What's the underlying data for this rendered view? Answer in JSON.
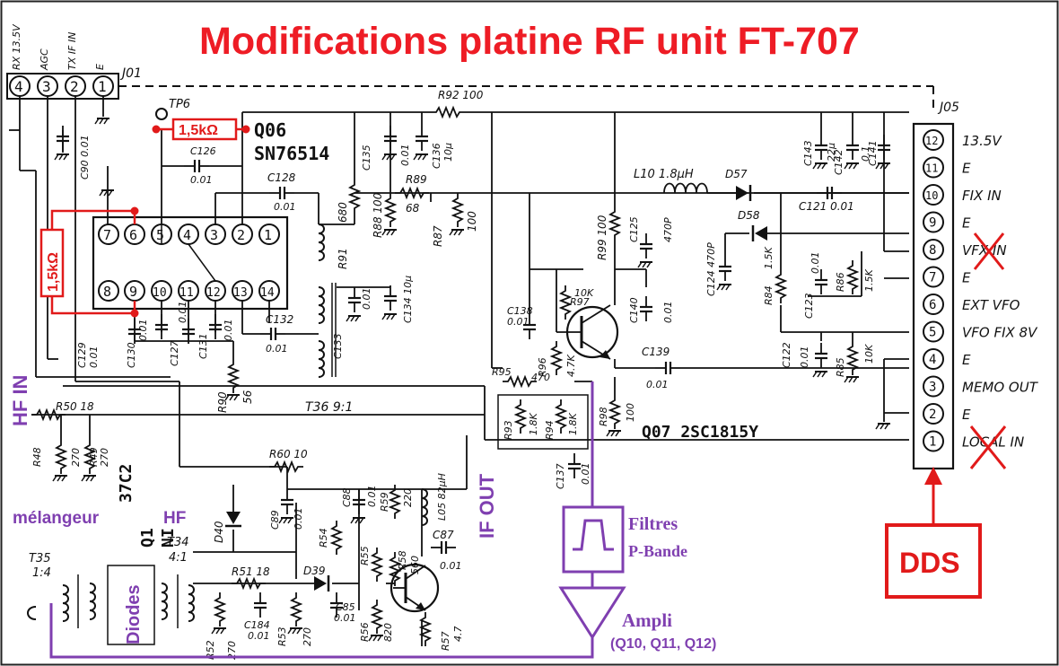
{
  "title": "Modifications platine RF unit FT-707",
  "colors": {
    "annotation_red": "#e11a1a",
    "annotation_purple": "#7f3fb0",
    "title_red": "#ee1c25",
    "ink": "#111111"
  },
  "connector_j01": {
    "name": "J01",
    "pins": [
      "4",
      "3",
      "2",
      "1"
    ],
    "pin_labels": [
      "RX 13.5V",
      "AGC",
      "TX IF IN",
      "E"
    ]
  },
  "connector_j05": {
    "name": "J05",
    "pins": [
      {
        "num": "12",
        "label": "13.5V"
      },
      {
        "num": "11",
        "label": "E"
      },
      {
        "num": "10",
        "label": "FIX IN"
      },
      {
        "num": "9",
        "label": "E"
      },
      {
        "num": "8",
        "label": "VFX IN"
      },
      {
        "num": "7",
        "label": "E"
      },
      {
        "num": "6",
        "label": "EXT VFO"
      },
      {
        "num": "5",
        "label": "VFO FIX 8V"
      },
      {
        "num": "4",
        "label": "E"
      },
      {
        "num": "3",
        "label": "MEMO OUT"
      },
      {
        "num": "2",
        "label": "E"
      },
      {
        "num": "1",
        "label": "LOCAL IN"
      }
    ]
  },
  "ic": {
    "name": "Q06",
    "part": "SN76514",
    "pins_top": [
      "7",
      "6",
      "5",
      "4",
      "3",
      "2",
      "1"
    ],
    "pins_bottom": [
      "8",
      "9",
      "10",
      "11",
      "12",
      "13",
      "14"
    ]
  },
  "transistor_q07": "Q07 2SC1815Y",
  "test_point": "TP6",
  "components": {
    "r92": "R92 100",
    "c126": "C126",
    "c126_val": "0.01",
    "c90": "C90 0.01",
    "c128": "C128",
    "c128_val": "0.01",
    "c135": "C135",
    "c135_val": "0.01",
    "c136": "C136",
    "c136_val": "10μ",
    "r89": "R89",
    "r89_val": "68",
    "r88": "R88 100",
    "r91": "R91",
    "r91_val": "680",
    "r87": "R87",
    "r87_val": "100",
    "r99": "R99 100",
    "c125": "C125",
    "c125_val": "470P",
    "l10": "L10 1.8μH",
    "d57": "D57",
    "d58": "D58",
    "c124": "C124 470P",
    "c121": "C121 0.01",
    "c143": "C143",
    "c143_val": "22μ",
    "c142": "C142",
    "c142_val": "0.1",
    "c141": "C141",
    "r84": "R84",
    "r84_val": "1.5K",
    "c123": "C123",
    "c123_val": "0.01",
    "r86": "R86",
    "r86_val": "1.5K",
    "c122": "C122",
    "c122_val": "0.01",
    "r85": "R85",
    "r85_val": "10K",
    "c132": "C132",
    "c132_val": "0.01",
    "c133": "C133",
    "c133_val": "0.01",
    "c134": "C134 10μ",
    "c138": "C138",
    "c138_val": "0.01",
    "r97": "R97",
    "r97_val": "10K",
    "r96": "R96",
    "r96_val": "4.7K",
    "c140": "C140",
    "c140_val": "0.01",
    "c139": "C139",
    "c139_val": "0.01",
    "r95": "R95",
    "r95_val": "470",
    "r98": "R98",
    "r98_val": "100",
    "r93": "R93",
    "r93_val": "1.8K",
    "r94": "R94",
    "r94_val": "1.8K",
    "c137": "C137",
    "c137_val": "0.01",
    "c129": "C129",
    "c129_val": "0.01",
    "c130": "C130",
    "c130_val": "0.01",
    "c127": "C127",
    "c127_val": "0.01",
    "c131": "C131",
    "c131_val": "0.01",
    "r90": "R90",
    "r90_val": "56",
    "t36": "T36 9:1",
    "r50": "R50 18",
    "r48": "R48",
    "r48_val": "270",
    "r49": "R49",
    "r49_val": "270",
    "q1_fragment": "Q1",
    "ic_fragment": "NI",
    "ic_fragment2": "37C2",
    "r60": "R60 10",
    "c89": "C89",
    "c89_val": "0.01",
    "c88": "C88",
    "c88_val": "0.01",
    "r59": "R59",
    "r59_val": "220",
    "l05": "L05 82μH",
    "c87": "C87",
    "c87_val": "0.01",
    "d40": "D40",
    "r54": "R54",
    "d39": "D39",
    "r55": "R55",
    "r56": "R56",
    "r56_val": "820",
    "r58": "R58",
    "r58_val": "560",
    "r57": "R57",
    "r57_val": "4.7",
    "c85": "C85",
    "c85_val": "0.01",
    "c84": "C184",
    "c84_val": "0.01",
    "r51": "R51 18",
    "r52": "R52",
    "r52_val": "270",
    "r53": "R53",
    "r53_val": "270",
    "t35": "T35",
    "t35_ratio": "1:4",
    "t34": "T34",
    "t34_ratio": "4:1"
  },
  "annotations": {
    "resistor_top": "1,5kΩ",
    "resistor_left": "1,5kΩ",
    "dds": "DDS",
    "hf_in": "HF IN",
    "if_out": "IF OUT",
    "melangeur": "mélangeur",
    "hf": "HF",
    "diodes": "Diodes",
    "filtres": "Filtres",
    "p_bande": "P-Bande",
    "ampli": "Ampli",
    "ampli_parts": "(Q10, Q11, Q12)"
  }
}
